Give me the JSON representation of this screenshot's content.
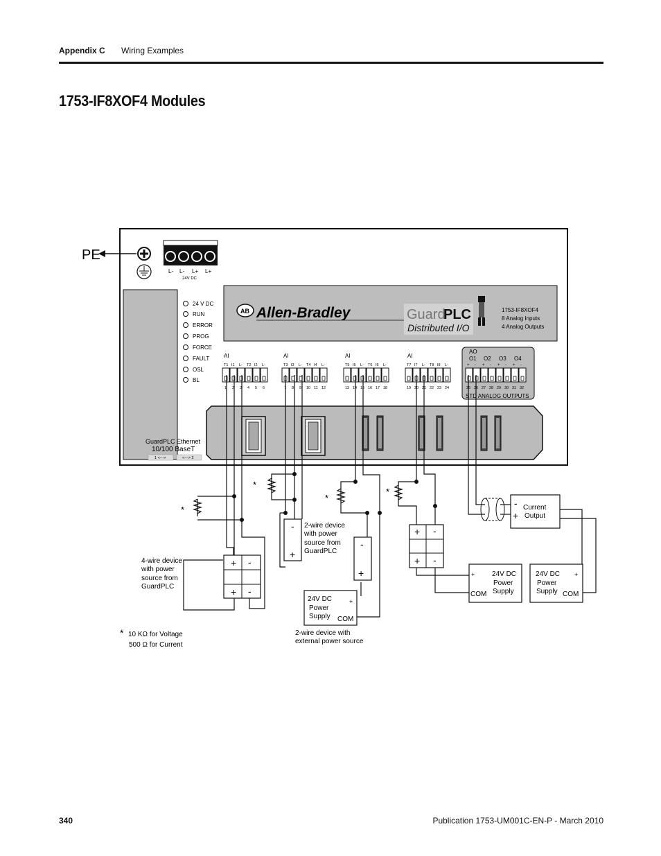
{
  "header": {
    "section": "Appendix C",
    "topic": "Wiring Examples"
  },
  "title": "1753-IF8XOF4 Modules",
  "footer": {
    "page": "340",
    "publication": "Publication 1753-UM001C-EN-P - March 2010"
  },
  "diagram": {
    "pe_label": "PE",
    "power_terminals": [
      "L-",
      "L-",
      "L+",
      "L+"
    ],
    "power_voltage": "24V DC",
    "leds": [
      "24 V DC",
      "RUN",
      "ERROR",
      "PROG",
      "FORCE",
      "FAULT",
      "OSL",
      "BL"
    ],
    "brand": "Allen-Bradley",
    "ab_logo": "AB",
    "guardplc_guard": "Guard",
    "guardplc_plc": "PLC",
    "distributed_io": "Distributed I/O",
    "model": "1753-IF8XOF4",
    "model_inputs": "8 Analog Inputs",
    "model_outputs": "4 Analog Outputs",
    "ai_label": "AI",
    "ai_groups": [
      {
        "labels": [
          "T1",
          "I1",
          "L-",
          "T2",
          "I2",
          "L-"
        ],
        "numbers": [
          "1",
          "2",
          "3",
          "4",
          "5",
          "6"
        ]
      },
      {
        "labels": [
          "T3",
          "I3",
          "L-",
          "T4",
          "I4",
          "L-"
        ],
        "numbers": [
          "7",
          "8",
          "9",
          "10",
          "11",
          "12"
        ]
      },
      {
        "labels": [
          "T5",
          "I5",
          "L-",
          "T6",
          "I6",
          "L-"
        ],
        "numbers": [
          "13",
          "14",
          "15",
          "16",
          "17",
          "18"
        ]
      },
      {
        "labels": [
          "T7",
          "I7",
          "L-",
          "T8",
          "I8",
          "L-"
        ],
        "numbers": [
          "19",
          "20",
          "21",
          "22",
          "23",
          "24"
        ]
      }
    ],
    "ao_label": "AO",
    "ao_channels": [
      "O1",
      "O2",
      "O3",
      "O4"
    ],
    "ao_signs": [
      "+",
      "-",
      "+",
      "-",
      "+",
      "-",
      "+",
      "-"
    ],
    "ao_numbers": [
      "25",
      "26",
      "27",
      "28",
      "29",
      "30",
      "31",
      "32"
    ],
    "ao_footer": "STD ANALOG OUTPUTS",
    "ethernet_label": "GuardPLC Ethernet",
    "ethernet_speed": "10/100 BaseT",
    "ethernet_port1": "1 <--->",
    "ethernet_port2": "<---> 2",
    "asterisk": "*",
    "plus": "+",
    "minus": "-",
    "four_wire": [
      "4-wire device",
      "with power",
      "source from",
      "GuardPLC"
    ],
    "two_wire": [
      "2-wire device",
      "with power",
      "source from",
      "GuardPLC"
    ],
    "two_wire_ext": [
      "2-wire device with",
      "external power source"
    ],
    "psu": [
      "24V DC",
      "Power",
      "Supply"
    ],
    "com": "COM",
    "current_output": [
      "Current",
      "Output"
    ],
    "resistor_note": [
      "10 KΩ for Voltage",
      "500 Ω for Current"
    ]
  }
}
